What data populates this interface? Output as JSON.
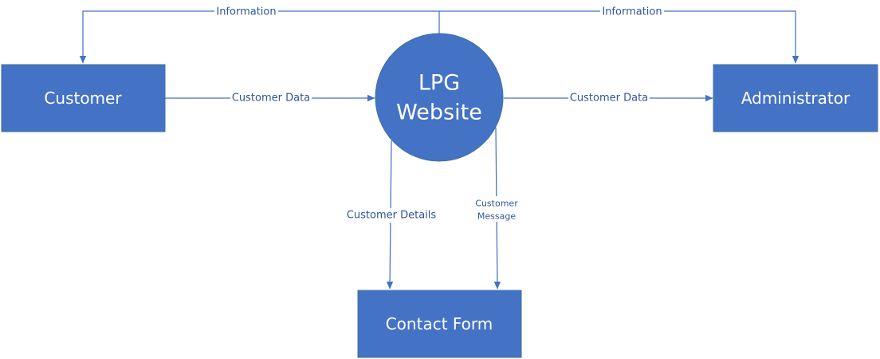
{
  "nodes": {
    "customer": "Customer",
    "website_line1": "LPG",
    "website_line2": "Website",
    "administrator": "Administrator",
    "contact_form": "Contact Form"
  },
  "edges": {
    "info_to_customer": "Information",
    "info_to_admin": "Information",
    "customer_to_website": "Customer Data",
    "website_to_admin": "Customer Data",
    "customer_details": "Customer Details",
    "customer_message_line1": "Customer",
    "customer_message_line2": "Message"
  },
  "colors": {
    "node_fill": "#4472c4",
    "edge": "#4472c4",
    "label_text": "#2f5597"
  }
}
